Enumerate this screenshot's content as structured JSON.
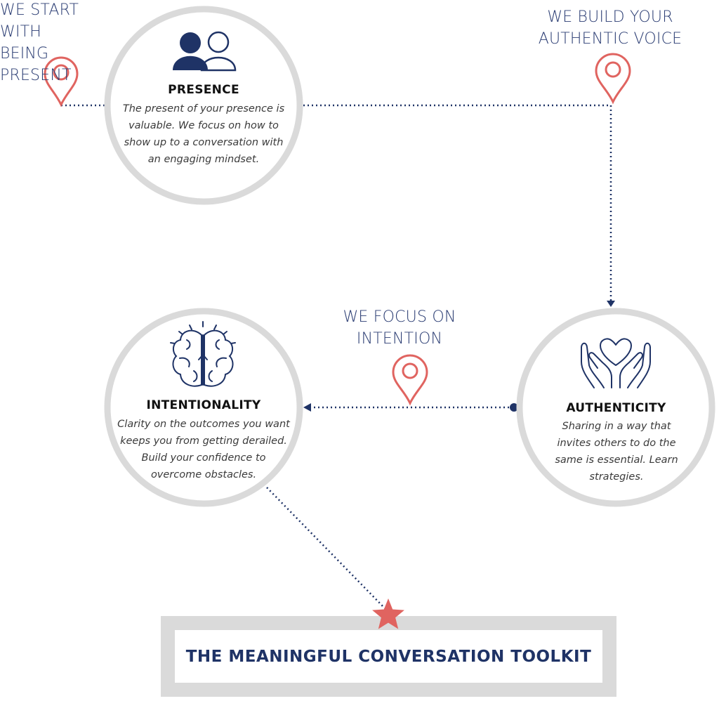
{
  "labels": {
    "start": [
      "WE START WITH",
      "BEING PRESENT"
    ],
    "build": [
      "WE BUILD YOUR",
      "AUTHENTIC VOICE"
    ],
    "focus": [
      "WE FOCUS ON",
      "INTENTION"
    ]
  },
  "nodes": {
    "presence": {
      "title": "PRESENCE",
      "lines": [
        "The present of your presence is",
        "valuable. We focus on how to",
        "show up to a conversation with",
        "an engaging mindset."
      ],
      "icon": "people-icon"
    },
    "authenticity": {
      "title": "AUTHENTICITY",
      "lines": [
        "Sharing in a way that",
        "invites others to do the",
        "same is essential. Learn",
        "strategies."
      ],
      "icon": "hands-heart-icon"
    },
    "intentionality": {
      "title": "INTENTIONALITY",
      "lines": [
        "Clarity on the outcomes you want",
        "keeps you from getting derailed.",
        "Build your confidence to",
        "overcome obstacles."
      ],
      "icon": "brain-icon"
    }
  },
  "toolkit": {
    "title": "THE MEANINGFUL CONVERSATION TOOLKIT",
    "icon": "star-icon"
  },
  "colors": {
    "navy": "#1f3366",
    "label_blue": "#2b3d73",
    "pin_red": "#e06460",
    "circle_gray": "#dadada"
  }
}
